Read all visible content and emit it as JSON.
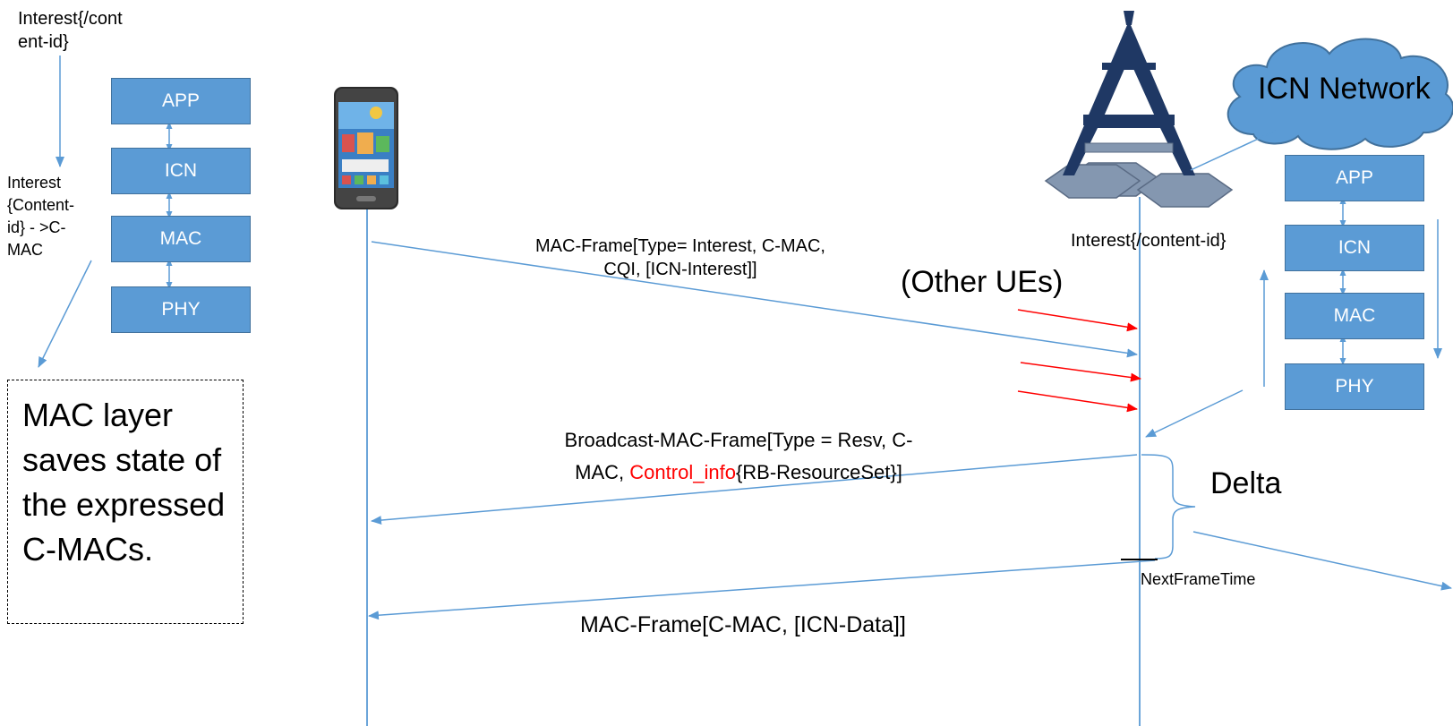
{
  "top_left_label": [
    "Interest{/cont",
    "ent-id}"
  ],
  "ue_stack": [
    "APP",
    "ICN",
    "MAC",
    "PHY"
  ],
  "ue_side_label": [
    "Interest",
    "{Content-",
    "id} - >C-",
    "MAC"
  ],
  "mac_note": "MAC layer saves state of the expressed C-MACs.",
  "cloud_label": "ICN Network",
  "bs_stack": [
    "APP",
    "ICN",
    "MAC",
    "PHY"
  ],
  "bs_interest_label": "Interest{/content-id}",
  "other_ues_label": "(Other UEs)",
  "msg_interest": [
    "MAC-Frame[Type= Interest, C-MAC,",
    "CQI, [ICN-Interest]]"
  ],
  "msg_broadcast": {
    "line1": "Broadcast-MAC-Frame[Type = Resv, C-",
    "line2_prefix": "MAC, ",
    "line2_highlight": "Control_info",
    "line2_suffix": "{RB-ResourceSet}]"
  },
  "delta_label": "Delta",
  "next_frame_label": "NextFrameTime",
  "msg_data": "MAC-Frame[C-MAC, [ICN-Data]]",
  "colors": {
    "stack_fill": "#5b9bd5",
    "line": "#5b9bd5",
    "red_arrow": "#ff0000",
    "tower": "#1f3864",
    "cloud": "#5b9bd5"
  }
}
